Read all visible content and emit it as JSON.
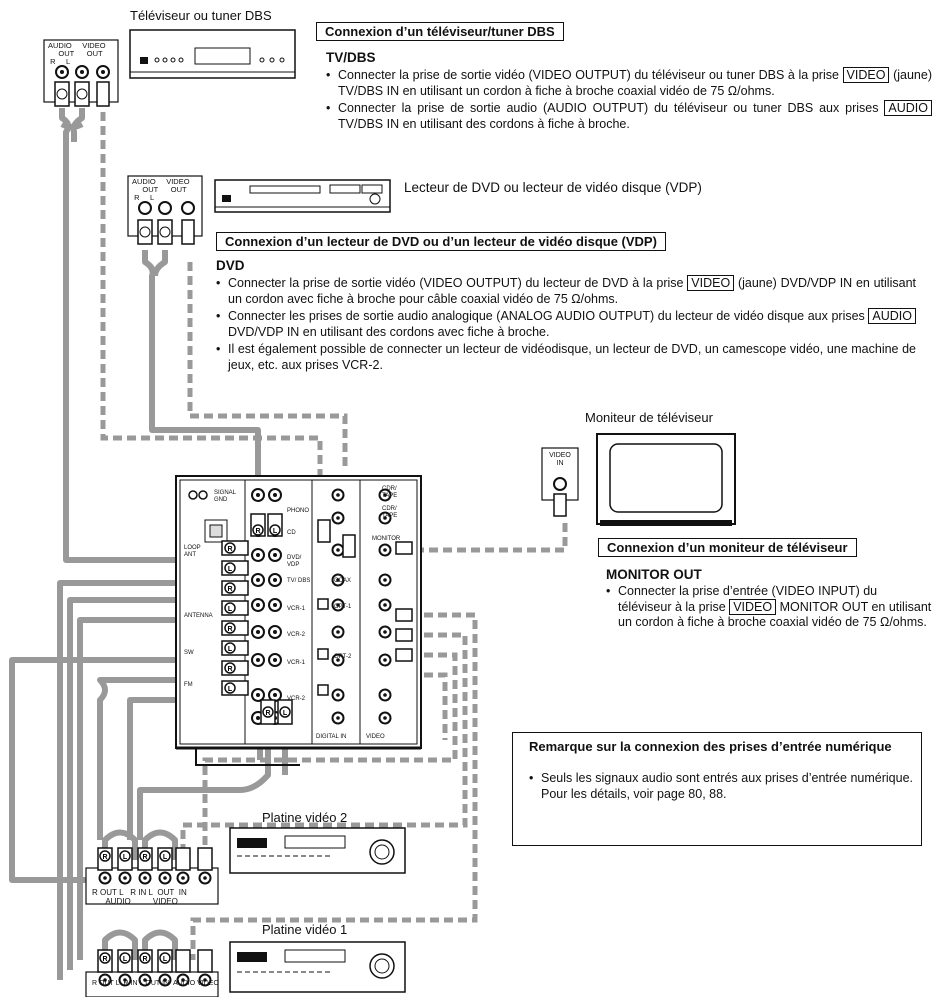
{
  "tv_dbs": {
    "device_label": "Téléviseur ou tuner DBS",
    "header": "Connexion d’un téléviseur/tuner DBS",
    "subtitle": "TV/DBS",
    "b1_pre": "Connecter la prise de sortie vidéo (VIDEO OUTPUT) du téléviseur ou tuner DBS à la prise",
    "b1_tag": "VIDEO",
    "b1_post": "(jaune) TV/DBS IN en utilisant un cordon à fiche à broche coaxial vidéo de 75 Ω/ohms.",
    "b2_pre": "Connecter la prise de sortie audio (AUDIO OUTPUT) du téléviseur ou tuner DBS aux prises",
    "b2_tag": "AUDIO",
    "b2_post": "TV/DBS IN en utilisant des cordons à fiche à broche."
  },
  "dvd": {
    "device_label": "Lecteur de DVD ou lecteur de vidéo disque (VDP)",
    "header": "Connexion d’un lecteur de DVD ou d’un lecteur de vidéo disque (VDP)",
    "subtitle": "DVD",
    "b1_pre": "Connecter la prise de sortie vidéo (VIDEO OUTPUT) du lecteur de DVD à la prise",
    "b1_tag": "VIDEO",
    "b1_post": "(jaune) DVD/VDP IN en utilisant un cordon avec fiche à broche pour câble coaxial vidéo de 75 Ω/ohms.",
    "b2_pre": "Connecter les prises de sortie audio analogique (ANALOG AUDIO OUTPUT) du lecteur de vidéo disque aux prises",
    "b2_tag": "AUDIO",
    "b2_post": "DVD/VDP IN en utilisant des cordons avec fiche à broche.",
    "b3": "Il est également possible de connecter un lecteur de vidéodisque, un lecteur de DVD, un camescope vidéo, une machine de jeux, etc. aux prises VCR-2."
  },
  "monitor": {
    "device_label": "Moniteur de téléviseur",
    "jack_label_1": "VIDEO",
    "jack_label_2": "IN",
    "header": "Connexion d’un moniteur de téléviseur",
    "subtitle": "MONITOR OUT",
    "b1_pre": "Connecter la prise d’entrée (VIDEO INPUT) du téléviseur à la prise",
    "b1_tag": "VIDEO",
    "b1_post": "MONITOR OUT en utilisant un cordon à fiche à broche coaxial vidéo de 75 Ω/ohms."
  },
  "note": {
    "title": "Remarque sur la connexion des prises d’entrée numérique",
    "b1": "Seuls les signaux audio sont entrés aux prises d’entrée numérique. Pour les détails, voir page 80, 88."
  },
  "vcr2": {
    "device_label": "Platine vidéo 2"
  },
  "vcr1": {
    "device_label": "Platine vidéo 1"
  },
  "jacks": {
    "audio": "AUDIO",
    "out": "OUT",
    "in": "IN",
    "video": "VIDEO",
    "r": "R",
    "l": "L"
  },
  "receiver": {
    "signal_gnd": "SIGNAL GND",
    "cdr_tape": "CDR/ TAPE",
    "monitor": "MONITOR",
    "dvd_vdp": "DVD/ VDP",
    "tv_dbs": "TV/ DBS",
    "vcr1": "VCR-1",
    "vcr2": "VCR-2",
    "coax": "COAX",
    "opt1": "OPT-1",
    "opt2": "OPT-2",
    "cd": "CD",
    "phono": "PHONO",
    "loop_ant": "LOOP ANT",
    "antenna": "ANTENNA",
    "sw": "SW",
    "fm": "FM",
    "digital_in": "DIGITAL IN",
    "video_sec": "VIDEO"
  }
}
